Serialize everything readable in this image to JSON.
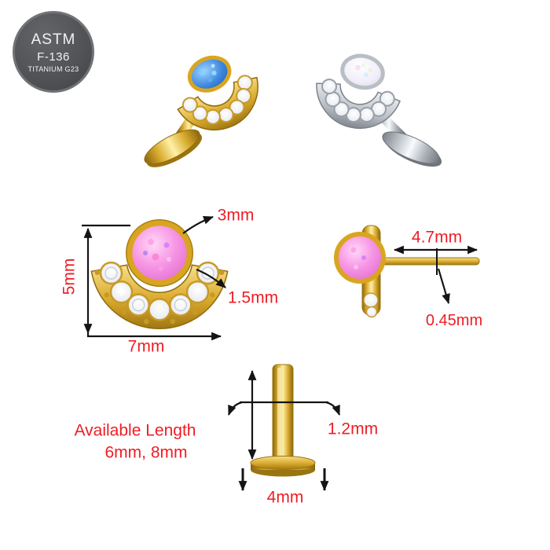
{
  "badge": {
    "line1": "ASTM",
    "line2": "F-136",
    "line3": "TITANIUM G23"
  },
  "labels": {
    "opal_size": "3mm",
    "gem_size": "1.5mm",
    "head_height": "5mm",
    "head_width": "7mm",
    "post_length": "4.7mm",
    "pin_thickness": "0.45mm",
    "post_diameter": "1.2mm",
    "base_width": "4mm",
    "available_length_title": "Available Length",
    "available_length_values": "6mm, 8mm"
  },
  "illustrations": {
    "top_left": "gold-labret-blue-opal",
    "top_right": "silver-labret-white-opal",
    "middle_left": "front-view-pink-opal-fan",
    "middle_right": "side-view-profile",
    "bottom": "labret-post-bottom-view"
  },
  "colors": {
    "label_red": "#ee1d25",
    "gold": "#d9ab2e",
    "silver": "#c6cad1",
    "opal_pink": "#f795e5",
    "opal_blue": "#3f8ae0",
    "opal_white": "#f0eef8",
    "arrow_black": "#141414",
    "badge_gray": "#4f5053"
  }
}
